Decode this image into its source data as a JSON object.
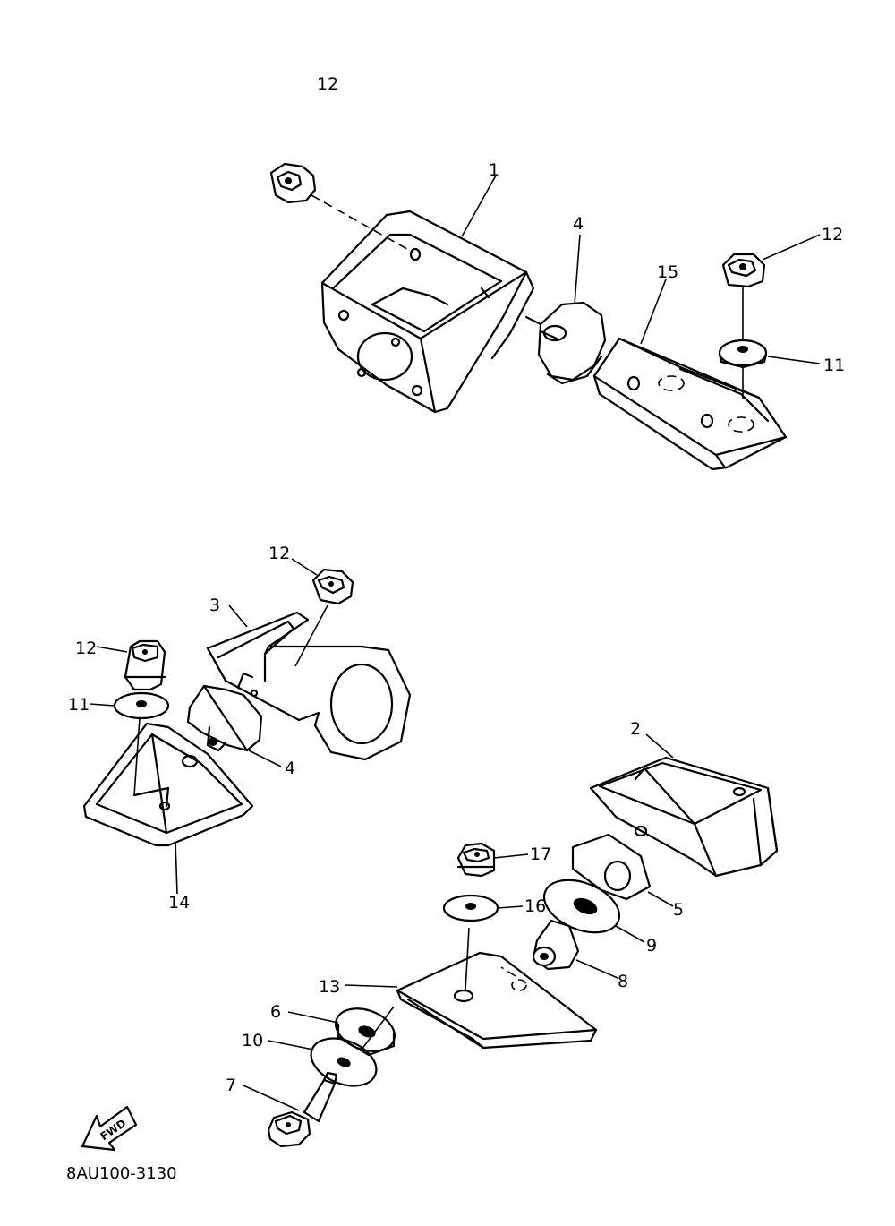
{
  "diagram": {
    "drawing_code": "8AU100-3130",
    "fwd_label": "FWD",
    "callouts": {
      "c1": "1",
      "c2": "2",
      "c3": "3",
      "c4_top": "4",
      "c4_mid": "4",
      "c5": "5",
      "c6": "6",
      "c7": "7",
      "c8": "8",
      "c9": "9",
      "c10": "10",
      "c11_top": "11",
      "c11_mid": "11",
      "c12_top_left": "12",
      "c12_top_right": "12",
      "c12_mid_upper": "12",
      "c12_mid_left": "12",
      "c13": "13",
      "c14": "14",
      "c15": "15",
      "c16": "16",
      "c17": "17"
    }
  }
}
